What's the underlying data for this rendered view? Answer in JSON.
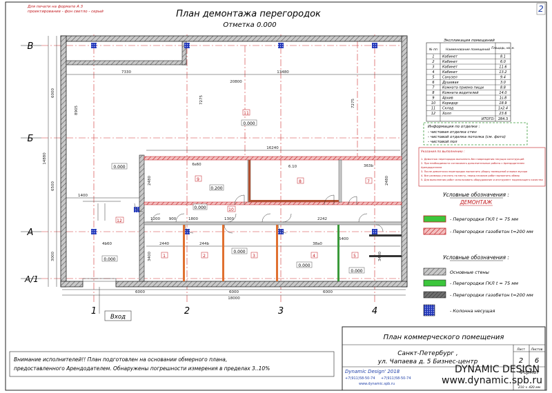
{
  "header": {
    "print_note_1": "Для печати на формате А 3",
    "print_note_2": "проектирование - фон светло - серый",
    "sheet_number": "2",
    "title": "План демонтажа перегородок",
    "level": "Отметка 0.000"
  },
  "axes": {
    "rows": [
      "В",
      "Б",
      "А",
      "А/1"
    ],
    "cols": [
      "1",
      "2",
      "3",
      "4"
    ]
  },
  "dimensions": {
    "top_inner": [
      "7330",
      "20800",
      "13480"
    ],
    "left_outer": "14880",
    "left_parts": [
      "6000",
      "6500",
      "3000"
    ],
    "bottom_parts": [
      "6000",
      "6000",
      "6000"
    ],
    "bottom_total": "18000",
    "corridor": "16240",
    "misc": [
      "7275",
      "7275",
      "8905",
      "6s60",
      "6.10",
      "363b",
      "1400",
      "4b60",
      "2440",
      "244b",
      "38a0",
      "1200",
      "900",
      "1800",
      "1300",
      "2242",
      "3400",
      "3400",
      "2480",
      "2480",
      "5400"
    ]
  },
  "rooms": {
    "big_hall": {
      "num": "11",
      "area": "0.000"
    },
    "left_hall": {
      "area": "0.000"
    },
    "r9": {
      "num": "9",
      "area": "0.200"
    },
    "r10": {
      "num": "10",
      "area": "0.000"
    },
    "r7": {
      "num": "7"
    },
    "r8": {
      "num": "8"
    },
    "r12": {
      "num": "12"
    },
    "r1": {
      "num": "1"
    },
    "r2": {
      "num": "2"
    },
    "r3": {
      "num": "3"
    },
    "r4": {
      "num": "4"
    },
    "r5": {
      "num": "5"
    },
    "left_bottom": {
      "area": "0.000"
    },
    "r3_area": "0.000",
    "r4_area": "0.000",
    "r5_area": "0.000"
  },
  "entrance_label": "Вход",
  "explication": {
    "title": "Экспликация помещений",
    "headers": [
      "№ пп",
      "Наименование помещений",
      "Площадь, кв. м."
    ],
    "rows": [
      [
        "1",
        "Кабинет",
        "8.1"
      ],
      [
        "2",
        "Кабинет",
        "6.0"
      ],
      [
        "3",
        "Кабинет",
        "11.6"
      ],
      [
        "4",
        "Кабинет",
        "13.2"
      ],
      [
        "5",
        "Санузел",
        "9.4"
      ],
      [
        "6",
        "Душевая",
        "3.0"
      ],
      [
        "7",
        "Комната приема пищи",
        "8.8"
      ],
      [
        "8",
        "Комната водителей",
        "14.0"
      ],
      [
        "9",
        "Архив",
        "1s.8"
      ],
      [
        "10",
        "Коридор",
        "18.9"
      ],
      [
        "11",
        "Склад",
        "1x2.4"
      ],
      [
        "12",
        "Холл",
        "23.6"
      ]
    ],
    "total_label": "ИТОГО:",
    "total_value": "284.3"
  },
  "finishes": {
    "title": "Информация по отделке :",
    "items": [
      "- чистовая отделка стен",
      "- чистовой отделка потолка   (см. фото)",
      "- чистовой пол"
    ]
  },
  "notes": {
    "title": "Указания по выполнению :",
    "lines": [
      "1. Демонтаж перегородок выполнять без повреждения несущих конструкций",
      "2. При необходимости согласовать дополнительные работы с Арендодателем",
      "Арендодателем",
      "3. После демонтажа перегородок выполнить уборку помещений и вывоз мусора",
      "4. Все размеры уточнять по месту, перед началом работ выполнить обмер",
      "5. Для выполнения работ использовать оборудование и инструмент надлежащего качества"
    ]
  },
  "legend_cond": {
    "title": "Условные обозначения :",
    "subtitle": "ДЕМОНТАЖ",
    "items": [
      {
        "label": "- Перегородки ГКЛ  t = 75 мм",
        "color": "#3cc63c"
      },
      {
        "label": "- Перегородки газобетон  t=200 мм",
        "color": "#e05050"
      }
    ]
  },
  "legend_basic": {
    "title": "Условные обозначения :",
    "items": [
      {
        "label": "Основные стены",
        "color": "#9a9a9a"
      },
      {
        "label": "- Перегородки ГКЛ  t = 75 мм",
        "color": "#3cc63c"
      },
      {
        "label": "- Перегородки газобетон  t=200 мм",
        "color": "#8a8a8a"
      },
      {
        "label": "- Колонна несущая",
        "color": "#2a3fbf"
      }
    ]
  },
  "warning": {
    "line1": "Внимание исполнителей!! План подготовлен на основании обмерного плана,",
    "line2": "предоставленного Арендодателем. Обнаружены погрешности измерения в пределах 3..10%"
  },
  "stamp": {
    "plan_title": "План коммерческого помещения",
    "city": "Санкт-Петербург ,",
    "address": "ул. Чапаева д. 5 Бизнес-центр",
    "sheet_label": "Лист",
    "sheets_label": "Листов",
    "sheet": "2",
    "sheets": "6",
    "company": "Dynamic Design' 2018",
    "phone1": "+7(911)58-50-74",
    "phone2": "+7(911)58-50-74",
    "site_small": "www.dynamic.spb.ru",
    "format": "Формат",
    "format_size": "210 × 420 мм"
  },
  "watermark": {
    "line1": "DYNAMIC DESIGN",
    "line2": "www.dynamic.spb.ru"
  }
}
